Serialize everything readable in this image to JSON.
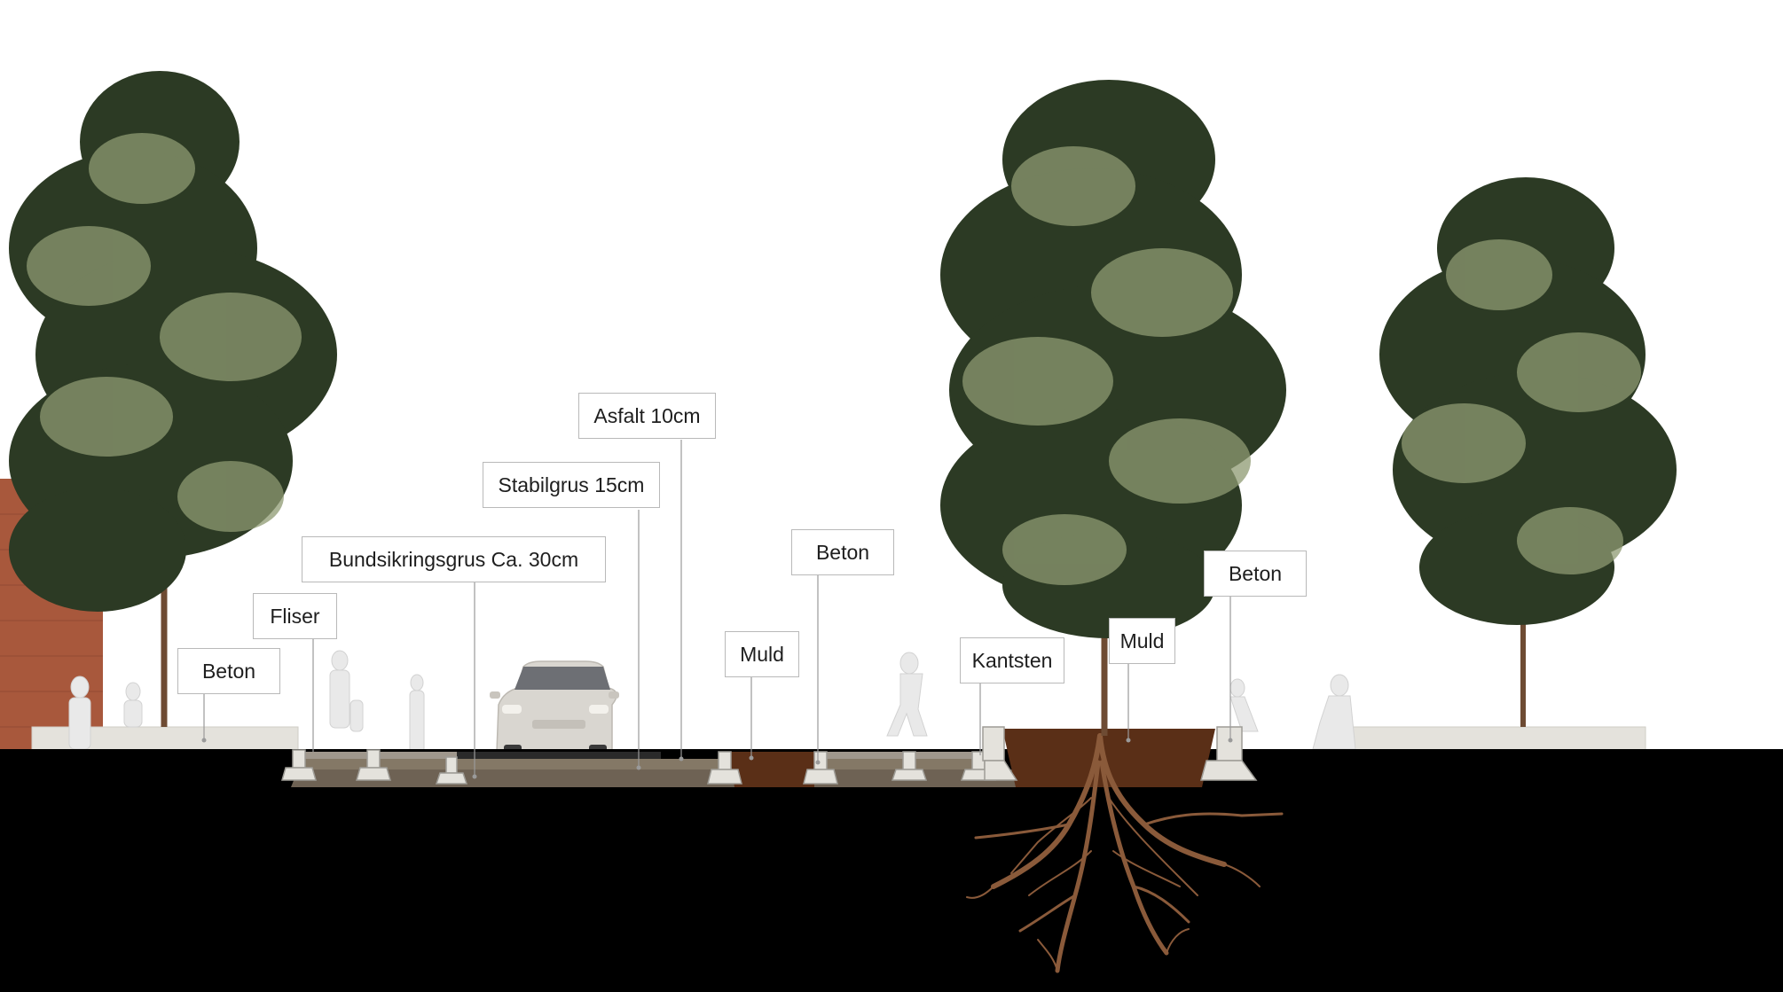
{
  "labels": {
    "asfalt": "Asfalt 10cm",
    "stabilgrus": "Stabilgrus 15cm",
    "bundsikringsgrus": "Bundsikringsgrus Ca. 30cm",
    "fliser": "Fliser",
    "beton_left": "Beton",
    "muld_mid": "Muld",
    "beton_mid": "Beton",
    "kantsten": "Kantsten",
    "muld_right": "Muld",
    "beton_right": "Beton"
  },
  "colors": {
    "ground": "#000000",
    "soil": "#5a2f17",
    "base_layer": "#6e6254",
    "asphalt": "#2a2a2a",
    "concrete": "#e4e2dc",
    "brick": "#a8583c",
    "foliage_dark": "#2c3a24",
    "foliage_light": "#8e9a72",
    "trunk": "#6e4b33",
    "roots": "#8a5a3a",
    "leader_line": "#9a9a9a"
  }
}
